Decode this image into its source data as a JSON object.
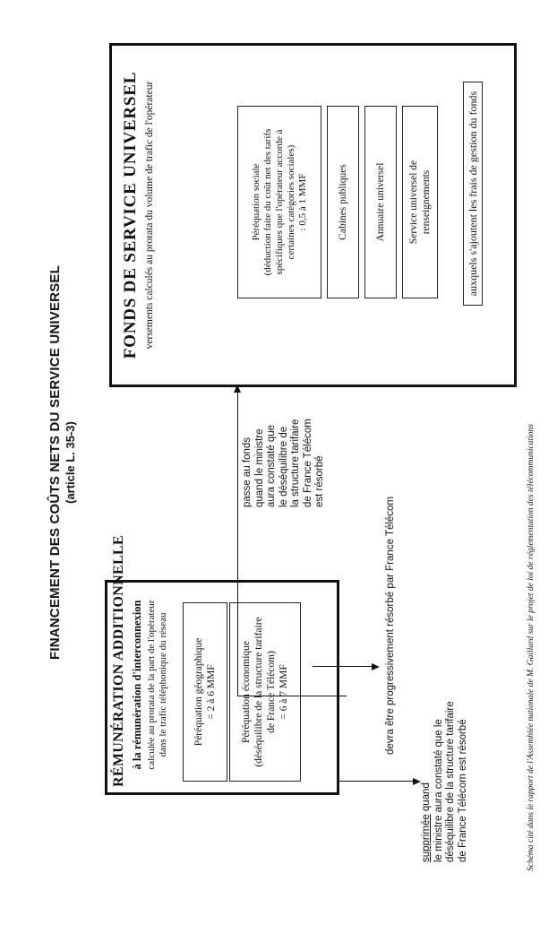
{
  "page": {
    "title": "FINANCEMENT DES COÛTS NETS DU SERVICE UNIVERSEL",
    "subtitle": "(article L. 35-3)"
  },
  "remuneration": {
    "title": "RÉMUNÉRATION ADDITIONNELLE",
    "subtitle_prefix": "à la ",
    "subtitle_bold": "rémunération d'interconnexion",
    "description": "calculée au prorata de la part de l'opérateur\ndans le trafic téléphonique du réseau",
    "perequation_geo": "Péréquation géographique\n= 2 à 6 MMF",
    "perequation_eco": "Péréquation économique\n(déséquilibre de la structure tarifaire\nde France Télécom)\n= 6 à 7 MMF"
  },
  "fonds": {
    "title": "FONDS DE SERVICE UNIVERSEL",
    "description": "versements calculés au prorata du volume de trafic de l'opérateur",
    "items": [
      "Péréquation sociale\n(déduction faite du coût net des tarifs\nspécifiques que l'opérateur accorde à\ncertaines catégories sociales)\n: 0,5 à 1 MMF",
      "Cabines publiques",
      "Annuaire universel",
      "Service universel de\nrenseignements"
    ],
    "extra": "auxquels s'ajoutent les frais de gestion du fonds"
  },
  "annotations": {
    "passe_au_fonds": "passe au fonds\nquand le ministre\naura constaté que\nle déséquilibre de\nla structure tarifaire\nde France Télécom\nest résorbé",
    "devra_etre": "devra être progressivement résorbé par France Télécom",
    "supprimee_word": "supprimée",
    "supprimee_rest": " quand\nle ministre aura constaté que le\ndéséquilibre de la structure tarifaire\nde France Télécom est résorbé"
  },
  "footer": {
    "caption": "Schéma cité dans le rapport de l'Assemblée nationale de M. Gaillard sur le projet de loi de réglementation des télécommunications"
  }
}
